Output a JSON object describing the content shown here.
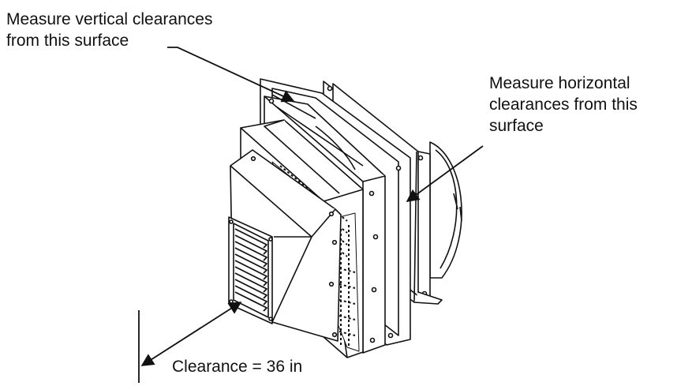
{
  "labels": {
    "vertical": {
      "line1": "Measure vertical clearances",
      "line2": "from this surface"
    },
    "horizontal": {
      "line1": "Measure horizontal",
      "line2": "clearances from this",
      "line3": "surface"
    },
    "clearance": "Clearance = 36 in"
  },
  "colors": {
    "ink": "#111111",
    "background": "#ffffff"
  }
}
